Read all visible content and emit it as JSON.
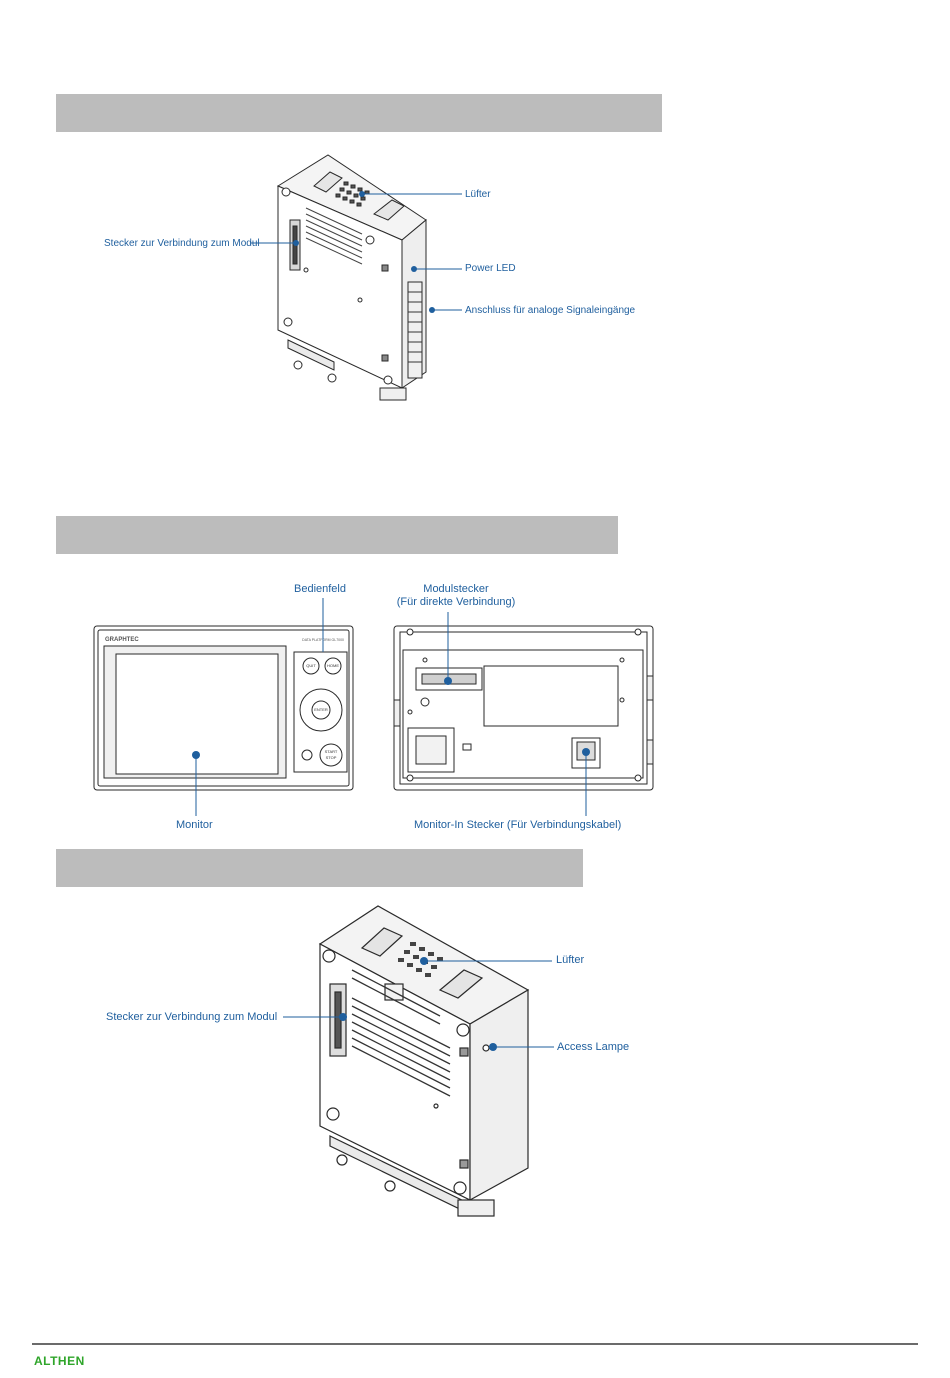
{
  "section1": {
    "labels": {
      "fan": "Lüfter",
      "module_connector": "Stecker zur Verbindung zum Modul",
      "power_led": "Power LED",
      "analog_inputs": "Anschluss für analoge Signaleingänge"
    }
  },
  "section2": {
    "labels": {
      "control_panel": "Bedienfeld",
      "module_plug_line1": "Modulstecker",
      "module_plug_line2": "(Für direkte Verbindung)",
      "monitor": "Monitor",
      "monitor_in": "Monitor-In Stecker (Für Verbindungskabel)"
    },
    "panel": {
      "brand": "GRAPHTEC",
      "model": "DATA PLATFORM GL7000",
      "btn_quit": "QUIT",
      "btn_home": "HOME",
      "btn_enter": "ENTER",
      "btn_start_stop_1": "START",
      "btn_start_stop_2": "STOP"
    }
  },
  "section3": {
    "labels": {
      "fan": "Lüfter",
      "module_connector": "Stecker zur Verbindung zum Modul",
      "access_lamp": "Access Lampe"
    }
  },
  "footer": {
    "logo": "ALTHEN"
  },
  "colors": {
    "accent": "#1f5f9e",
    "band": "#bcbcbc",
    "logo": "#2fa52a"
  }
}
